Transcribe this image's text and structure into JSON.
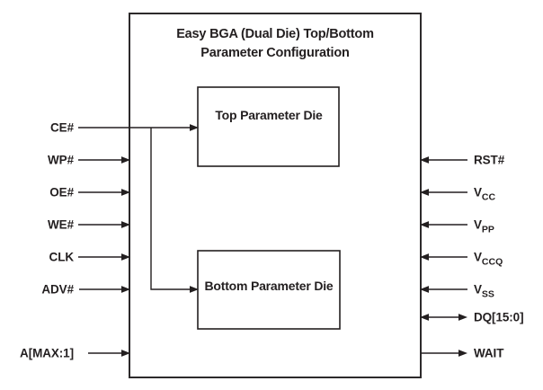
{
  "diagram": {
    "title": {
      "line1": "Easy BGA (Dual Die) Top/Bottom",
      "line2": "Parameter Configuration"
    },
    "dies": {
      "top": "Top Parameter Die",
      "bottom": "Bottom Parameter Die"
    },
    "left_signals": [
      {
        "base": "CE#",
        "direction": "in-to-both-dies"
      },
      {
        "base": "WP#",
        "direction": "in"
      },
      {
        "base": "OE#",
        "direction": "in"
      },
      {
        "base": "WE#",
        "direction": "in"
      },
      {
        "base": "CLK",
        "direction": "in"
      },
      {
        "base": "ADV#",
        "direction": "in"
      },
      {
        "base": "A[MAX:1]",
        "direction": "in"
      }
    ],
    "right_signals": [
      {
        "base": "RST#",
        "direction": "in"
      },
      {
        "base": "V",
        "sub": "CC",
        "direction": "in"
      },
      {
        "base": "V",
        "sub": "PP",
        "direction": "in"
      },
      {
        "base": "V",
        "sub": "CCQ",
        "direction": "in"
      },
      {
        "base": "V",
        "sub": "SS",
        "direction": "in"
      },
      {
        "base": "DQ[15:0]",
        "direction": "bidirectional"
      },
      {
        "base": "WAIT",
        "direction": "out"
      }
    ],
    "colors": {
      "line": "#231f20",
      "background": "#ffffff"
    }
  }
}
